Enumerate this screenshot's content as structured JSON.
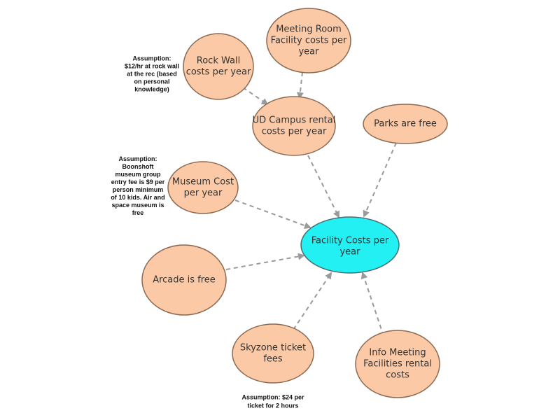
{
  "colors": {
    "node_fill": "#fbc9a6",
    "node_stroke": "#8a6a52",
    "center_fill": "#22f0f3",
    "center_stroke": "#4b6b70",
    "arrow": "#9a9a9a"
  },
  "center": {
    "lines": [
      "Facility Costs per",
      "year"
    ]
  },
  "nodes": {
    "meeting_room": {
      "lines": [
        "Meeting Room",
        "Facility costs per",
        "year"
      ]
    },
    "rock_wall": {
      "lines": [
        "Rock Wall",
        "costs per year"
      ]
    },
    "ud_campus": {
      "lines": [
        "UD Campus rental",
        "costs per year"
      ]
    },
    "parks": {
      "lines": [
        "Parks are free"
      ]
    },
    "museum": {
      "lines": [
        "Museum Cost",
        "per year"
      ]
    },
    "arcade": {
      "lines": [
        "Arcade is free"
      ]
    },
    "skyzone": {
      "lines": [
        "Skyzone ticket",
        "fees"
      ]
    },
    "info_meeting": {
      "lines": [
        "Info Meeting",
        "Facilities rental",
        "costs"
      ]
    }
  },
  "notes": {
    "rock_wall": {
      "lines": [
        "Assumption:",
        "$12/hr at rock wall",
        "at the rec (based",
        "on personal",
        "knowledge)"
      ]
    },
    "museum": {
      "lines": [
        "Assumption:",
        "Boonshoft",
        "museum group",
        "entry fee is $9 per",
        "person minimum",
        "of 10 kids. Air and",
        "space museum is",
        "free"
      ]
    },
    "skyzone": {
      "lines": [
        "Assumption: $24 per",
        "ticket for 2 hours"
      ]
    }
  }
}
